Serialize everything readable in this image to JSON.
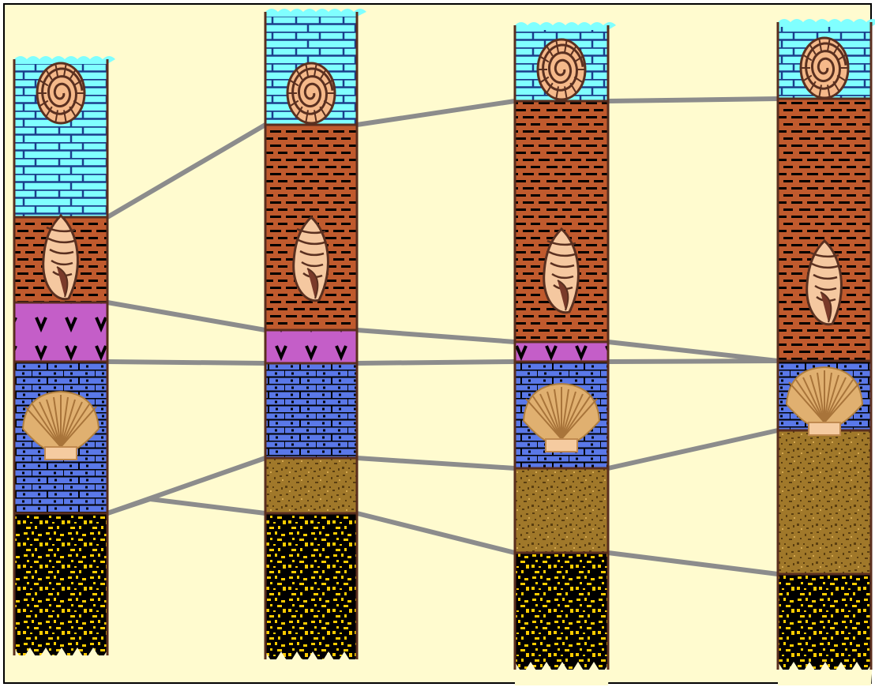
{
  "figure": {
    "type": "stratigraphic-correlation",
    "background_color": "#fffbcf",
    "border_color": "#000000",
    "correlation_line_color": "#8c8c8c"
  },
  "layer_types": {
    "limestone_light": {
      "fill": "#80ffff",
      "line": "#1b3e8c"
    },
    "shale": {
      "fill": "#c05a2d",
      "line": "#000000"
    },
    "volcanic_ash": {
      "fill": "#c45ec8",
      "mark": "#000000"
    },
    "dolomite": {
      "fill": "#5a78e8",
      "line": "#000000"
    },
    "sandstone": {
      "fill": "#a0782a",
      "speck": "#5a3e10"
    },
    "conglomerate": {
      "fill": "#000000",
      "speck": "#ffcc00"
    }
  },
  "fossil_types": {
    "ammonite": {
      "icon": "ammonite-icon",
      "fill": "#f5b98a",
      "outline": "#5a3020"
    },
    "gastropod": {
      "icon": "gastropod-icon",
      "fill": "#f5c8a0",
      "outline": "#5a3020"
    },
    "scallop": {
      "icon": "scallop-icon",
      "fill": "#f5cba0",
      "outline": "#b08040"
    }
  },
  "columns": [
    {
      "id": "column-1",
      "layers": [
        "limestone_light",
        "shale",
        "volcanic_ash",
        "dolomite",
        "conglomerate"
      ],
      "fossils": [
        "ammonite",
        "gastropod",
        "scallop"
      ]
    },
    {
      "id": "column-2",
      "layers": [
        "limestone_light",
        "shale",
        "volcanic_ash",
        "dolomite",
        "sandstone",
        "conglomerate"
      ],
      "fossils": [
        "ammonite",
        "gastropod"
      ]
    },
    {
      "id": "column-3",
      "layers": [
        "limestone_light",
        "shale",
        "volcanic_ash",
        "dolomite",
        "sandstone",
        "conglomerate"
      ],
      "fossils": [
        "ammonite",
        "gastropod",
        "scallop"
      ]
    },
    {
      "id": "column-4",
      "layers": [
        "limestone_light",
        "shale",
        "dolomite",
        "sandstone",
        "conglomerate"
      ],
      "fossils": [
        "ammonite",
        "gastropod",
        "scallop"
      ]
    }
  ]
}
